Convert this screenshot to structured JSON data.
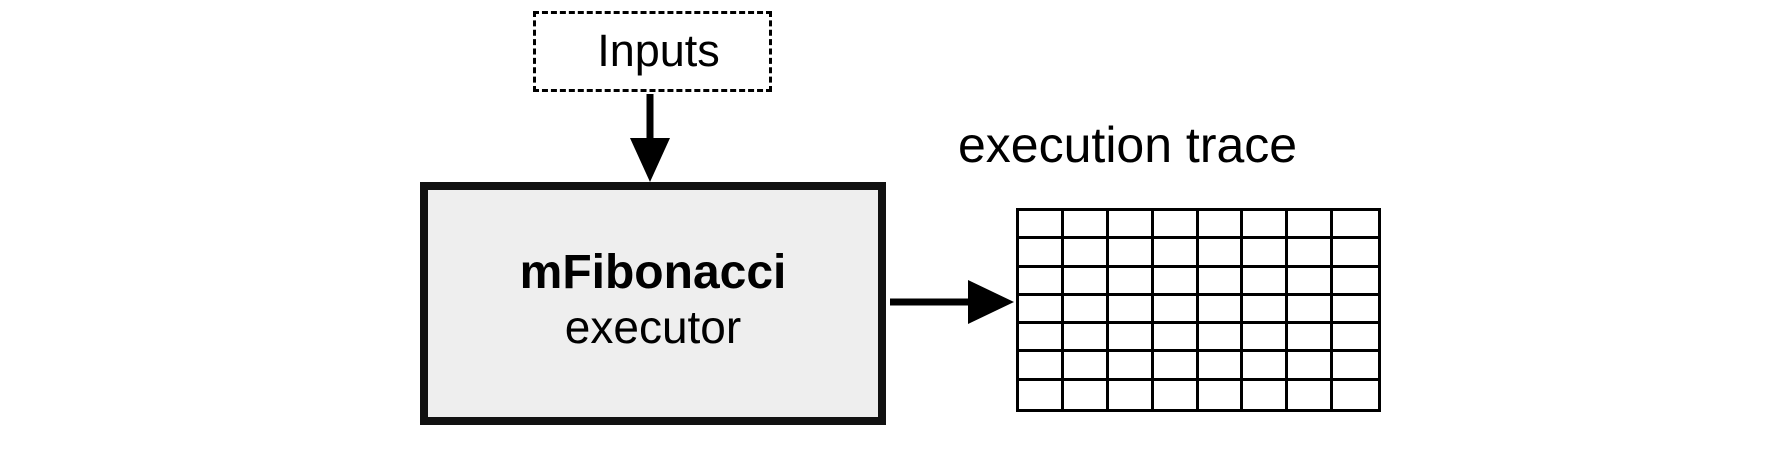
{
  "diagram": {
    "title": "mFibonacci executor execution trace diagram",
    "background_color": "#ffffff",
    "stroke_color": "#000000",
    "box_fill_color": "#eeeeee"
  },
  "inputs_node": {
    "label": "Inputs",
    "border_style": "dashed",
    "border_color": "#000000"
  },
  "executor_node": {
    "title": "mFibonacci",
    "subtitle": "executor",
    "fill_color": "#eeeeee",
    "border_color": "#111111"
  },
  "trace_node": {
    "label": "execution trace",
    "grid": {
      "columns": 8,
      "rows": 7,
      "cell_fill": "#ffffff",
      "line_color": "#000000"
    }
  },
  "arrows": [
    {
      "name": "inputs-to-executor",
      "direction": "down"
    },
    {
      "name": "executor-to-trace",
      "direction": "right"
    }
  ]
}
